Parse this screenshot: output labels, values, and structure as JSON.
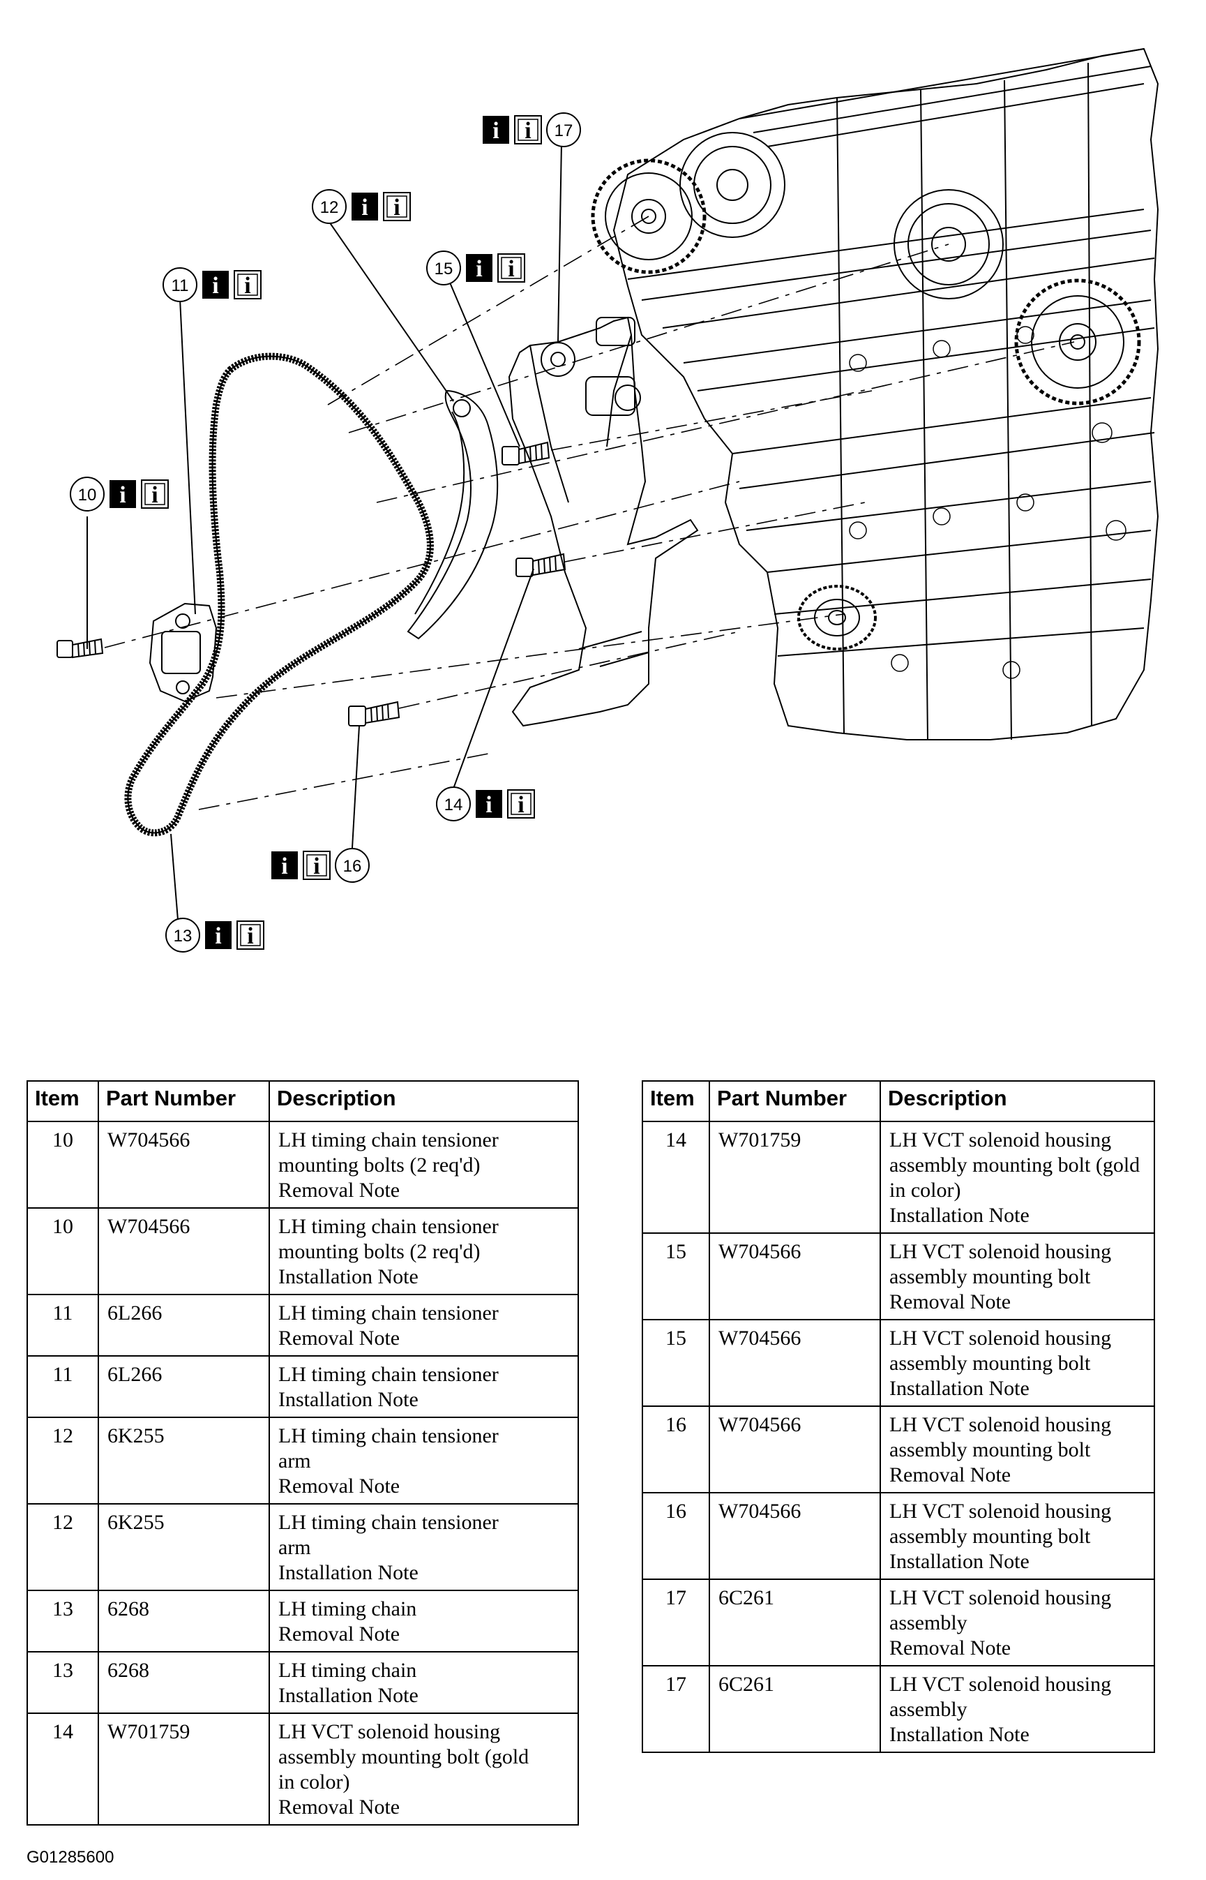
{
  "callouts": [
    {
      "item": "10",
      "info_dark": "i",
      "info_light": "i"
    },
    {
      "item": "11",
      "info_dark": "i",
      "info_light": "i"
    },
    {
      "item": "12",
      "info_dark": "i",
      "info_light": "i"
    },
    {
      "item": "13",
      "info_dark": "i",
      "info_light": "i"
    },
    {
      "item": "14",
      "info_dark": "i",
      "info_light": "i"
    },
    {
      "item": "15",
      "info_dark": "i",
      "info_light": "i"
    },
    {
      "item": "16",
      "info_dark": "i",
      "info_light": "i"
    },
    {
      "item": "17",
      "info_dark": "i",
      "info_light": "i"
    }
  ],
  "table_headers": {
    "item": "Item",
    "part_number": "Part Number",
    "description": "Description"
  },
  "left_table": [
    {
      "item": "10",
      "part": "W704566",
      "desc": [
        "LH timing chain tensioner",
        "mounting bolts (2 req'd)",
        "Removal Note"
      ]
    },
    {
      "item": "10",
      "part": "W704566",
      "desc": [
        "LH timing chain tensioner",
        "mounting bolts (2 req'd)",
        "Installation Note"
      ]
    },
    {
      "item": "11",
      "part": "6L266",
      "desc": [
        "LH timing chain tensioner",
        "Removal Note"
      ]
    },
    {
      "item": "11",
      "part": "6L266",
      "desc": [
        "LH timing chain tensioner",
        "Installation Note"
      ]
    },
    {
      "item": "12",
      "part": "6K255",
      "desc": [
        "LH timing chain tensioner",
        "arm",
        "Removal Note"
      ]
    },
    {
      "item": "12",
      "part": "6K255",
      "desc": [
        "LH timing chain tensioner",
        "arm",
        "Installation Note"
      ]
    },
    {
      "item": "13",
      "part": "6268",
      "desc": [
        "LH timing chain",
        "Removal Note"
      ]
    },
    {
      "item": "13",
      "part": "6268",
      "desc": [
        "LH timing chain",
        "Installation Note"
      ]
    },
    {
      "item": "14",
      "part": "W701759",
      "desc": [
        "LH VCT solenoid housing",
        "assembly mounting bolt (gold",
        "in color)",
        "Removal Note"
      ]
    }
  ],
  "right_table": [
    {
      "item": "14",
      "part": "W701759",
      "desc": [
        "LH VCT solenoid housing",
        "assembly mounting bolt (gold",
        "in color)",
        "Installation Note"
      ]
    },
    {
      "item": "15",
      "part": "W704566",
      "desc": [
        "LH VCT solenoid housing",
        "assembly mounting bolt",
        "Removal Note"
      ]
    },
    {
      "item": "15",
      "part": "W704566",
      "desc": [
        "LH VCT solenoid housing",
        "assembly mounting bolt",
        "Installation Note"
      ]
    },
    {
      "item": "16",
      "part": "W704566",
      "desc": [
        "LH VCT solenoid housing",
        "assembly mounting bolt",
        "Removal Note"
      ]
    },
    {
      "item": "16",
      "part": "W704566",
      "desc": [
        "LH VCT solenoid housing",
        "assembly mounting bolt",
        "Installation Note"
      ]
    },
    {
      "item": "17",
      "part": "6C261",
      "desc": [
        "LH VCT solenoid housing",
        "assembly",
        "Removal Note"
      ]
    },
    {
      "item": "17",
      "part": "6C261",
      "desc": [
        "LH VCT solenoid housing",
        "assembly",
        "Installation Note"
      ]
    }
  ],
  "figure_code": "G01285600"
}
